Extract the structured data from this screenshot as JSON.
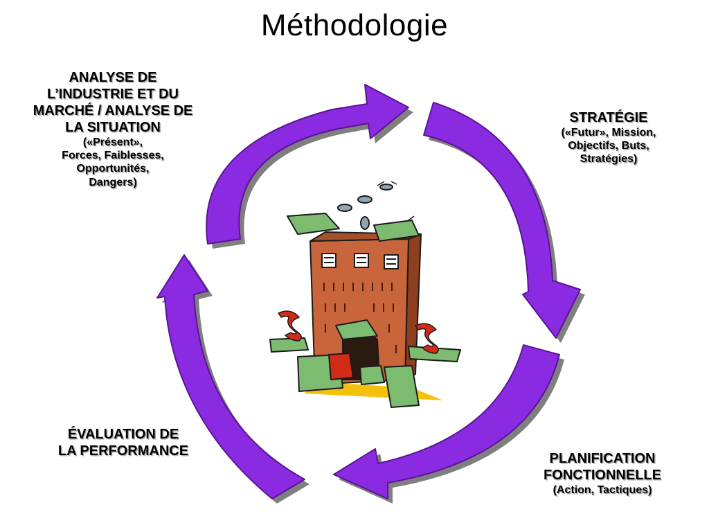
{
  "title": "Méthodologie",
  "stages": [
    {
      "heading_lines": [
        "ANALYSE DE",
        "L’INDUSTRIE ET DU",
        "MARCHÉ / ANALYSE DE",
        "LA SITUATION"
      ],
      "detail_lines": [
        "(«Présent»,",
        "Forces, Faiblesses,",
        "Opportunités,",
        "Dangers)"
      ]
    },
    {
      "heading_lines": [
        "STRATÉGIE"
      ],
      "detail_lines": [
        "(«Futur», Mission,",
        "Objectifs, Buts,",
        "Stratégies)"
      ]
    },
    {
      "heading_lines": [
        "PLANIFICATION",
        "FONCTIONNELLE"
      ],
      "detail_lines": [
        "(Action, Tactiques)"
      ]
    },
    {
      "heading_lines": [
        "ÉVALUATION DE",
        "LA PERFORMANCE"
      ],
      "detail_lines": []
    }
  ],
  "colors": {
    "arrow_fill": "#8a2be2",
    "arrow_stroke": "#5a1396",
    "arrow_shadow": "#7f7f7f",
    "building": "#c8653a",
    "money": "#7dbb70",
    "dollar_sign": "#d42a18"
  },
  "icons": [
    "cycle-arrow-icon",
    "building-money-icon"
  ]
}
